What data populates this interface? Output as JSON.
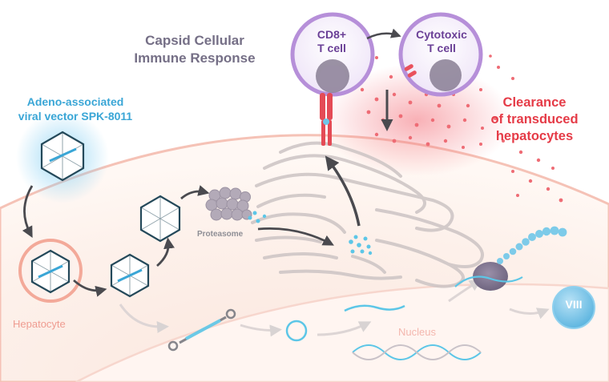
{
  "title": {
    "line1": "Capsid Cellular",
    "line2": "Immune Response"
  },
  "vector_label": {
    "line1": "Adeno-associated",
    "line2": "viral vector SPK-8011"
  },
  "clearance_label": {
    "line1": "Clearance",
    "line2": "of transduced",
    "line3": "hepatocytes"
  },
  "cd8_cell": {
    "line1": "CD8+",
    "line2": "T cell"
  },
  "cytotoxic_cell": {
    "line1": "Cytotoxic",
    "line2": "T cell"
  },
  "proteasome_label": "Proteasome",
  "hepatocyte_label": "Hepatocyte",
  "nucleus_label": "Nucleus",
  "factor_label": "VIII",
  "colors": {
    "vector_blue": "#3aa6d6",
    "clearance_red": "#e53b47",
    "tcell_purple": "#b68fd9",
    "title_gray": "#756f86",
    "hepatocyte_peach": "#f3c3b4"
  }
}
